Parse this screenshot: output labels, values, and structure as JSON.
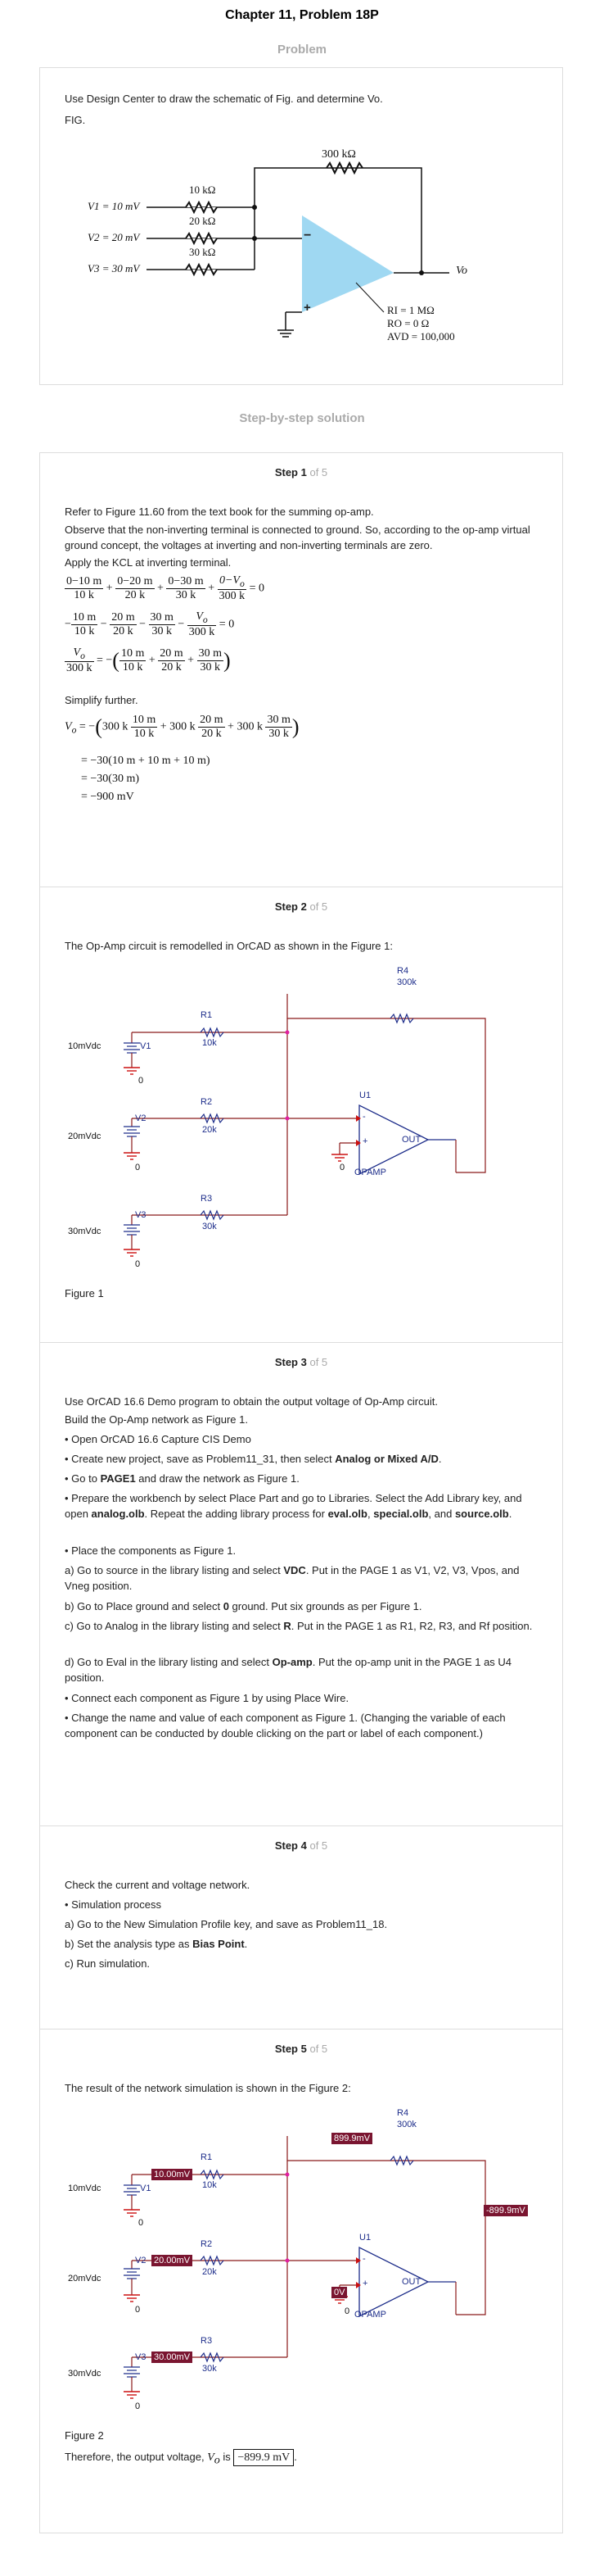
{
  "page": {
    "title": "Chapter 11, Problem 18P"
  },
  "problem": {
    "heading": "Problem",
    "statement": "Use Design Center to draw the schematic of Fig. and determine Vo.",
    "fig_label": "FIG.",
    "figure": {
      "rf": "300 kΩ",
      "r1": "10 kΩ",
      "r2": "20 kΩ",
      "r3": "30 kΩ",
      "v1": "V1 = 10 mV",
      "v2": "V2 = 20 mV",
      "v3": "V3 = 30 mV",
      "vo": "Vo",
      "minus": "−",
      "plus": "+",
      "ri": "RI = 1 MΩ",
      "ro": "RO = 0 Ω",
      "avd": "AVD = 100,000"
    }
  },
  "solution": {
    "heading": "Step-by-step solution",
    "of_text": "of 5",
    "step1": {
      "label": "Step 1",
      "p1": "Refer to Figure 11.60 from the text book for the summing op-amp.",
      "p2": "Observe that the non-inverting terminal is connected to ground. So, according to the op-amp virtual ground concept, the voltages at inverting and non-inverting terminals are zero.",
      "p3": "Apply the KCL at inverting terminal.",
      "simplify": "Simplify further.",
      "eq1": {
        "n1": "0−10 m",
        "d1": "10 k",
        "n2": "0−20 m",
        "d2": "20 k",
        "n3": "0−30 m",
        "d3": "30 k",
        "n4": "0−V",
        "n4sub": "o",
        "d4": "300 k",
        "rhs": "= 0"
      },
      "eq2": {
        "n1": "10 m",
        "d1": "10 k",
        "n2": "20 m",
        "d2": "20 k",
        "n3": "30 m",
        "d3": "30 k",
        "n4": "V",
        "n4sub": "o",
        "d4": "300 k",
        "rhs": "= 0"
      },
      "eq3": {
        "n1": "V",
        "n1sub": "o",
        "d1": "300 k",
        "n2": "10 m",
        "d2": "10 k",
        "n3": "20 m",
        "d3": "20 k",
        "n4": "30 m",
        "d4": "30 k"
      },
      "eq4": {
        "lhs": "V",
        "lhssub": "o",
        "t1": "300 k",
        "n1": "10 m",
        "d1": "10 k",
        "t2": "300 k",
        "n2": "20 m",
        "d2": "20 k",
        "t3": "300 k",
        "n3": "30 m",
        "d3": "30 k"
      },
      "eq5": "= −30(10 m + 10 m + 10 m)",
      "eq6": "= −30(30 m)",
      "eq7": "= −900 mV"
    },
    "step2": {
      "label": "Step 2",
      "p1": "The Op-Amp circuit is remodelled in OrCAD as shown in the Figure 1:",
      "caption": "Figure 1"
    },
    "circuit": {
      "r4": "R4",
      "r4v": "300k",
      "r1": "R1",
      "r1v": "10k",
      "r2": "R2",
      "r2v": "20k",
      "r3": "R3",
      "r3v": "30k",
      "u1": "U1",
      "opamp": "OPAMP",
      "out": "OUT",
      "v1": "V1",
      "v2": "V2",
      "v3": "V3",
      "v1v": "10mVdc",
      "v2v": "20mVdc",
      "v3v": "30mVdc",
      "gnd": "0",
      "plus": "+",
      "minus": "-"
    },
    "step3": {
      "label": "Step 3",
      "p1": "Use OrCAD 16.6 Demo program to obtain the output voltage of Op-Amp circuit.",
      "p2": "Build the Op-Amp network as Figure 1.",
      "b1": "• Open OrCAD 16.6 Capture CIS Demo",
      "b2_pre": "• Create new project, save as Problem11_31, then select ",
      "b2_bold": "Analog or Mixed A/D",
      "b2_post": ".",
      "b3_pre": "• Go to ",
      "b3_bold": "PAGE1",
      "b3_post": " and draw the network as Figure 1.",
      "b4_pre": "• Prepare the workbench by select Place Part and go to Libraries. Select the Add Library key, and open ",
      "b4_bold1": "analog.olb",
      "b4_mid": ". Repeat the adding library process for ",
      "b4_bold2": "eval.olb",
      "b4_sep1": ", ",
      "b4_bold3": "special.olb",
      "b4_sep2": ", and ",
      "b4_bold4": "source.olb",
      "b4_post": ".",
      "b5": "• Place the components as Figure 1.",
      "a_pre": "a) Go to source in the library listing and select ",
      "a_bold": "VDC",
      "a_post": ". Put in the PAGE 1 as V1, V2, V3, Vpos, and Vneg position.",
      "b_pre": "b) Go to Place ground and select ",
      "b_bold": "0",
      "b_post": " ground. Put six grounds as per Figure 1.",
      "c_pre": "c) Go to Analog in the library listing and select ",
      "c_bold": "R",
      "c_post": ". Put in the PAGE 1 as R1, R2, R3, and Rf position.",
      "d_pre": "d) Go to Eval in the library listing and select ",
      "d_bold": "Op-amp",
      "d_post": ". Put the op-amp unit in the PAGE 1 as U4 position.",
      "b6": "• Connect each component as Figure 1 by using Place Wire.",
      "b7": "• Change the name and value of each component as Figure 1. (Changing the variable of each component can be conducted by double clicking on the part or label of each component.)"
    },
    "step4": {
      "label": "Step 4",
      "p1": "Check the current and voltage network.",
      "p2": "• Simulation process",
      "a": "a) Go to the New Simulation Profile key, and save as Problem11_18.",
      "b_pre": "b) Set the analysis type as ",
      "b_bold": "Bias Point",
      "b_post": ".",
      "c": "c) Run simulation."
    },
    "step5": {
      "label": "Step 5",
      "p1": "The result of the network simulation is shown in the Figure 2:",
      "caption": "Figure 2",
      "sim": {
        "top": "899.9mV",
        "out": "-899.9mV",
        "n1": "10.00mV",
        "n2": "20.00mV",
        "n3": "30.00mV",
        "zero": "0V"
      },
      "final_pre": "Therefore, the output voltage,",
      "final_v": "V",
      "final_sub": "o",
      "final_is": "is",
      "final_ans": "−899.9 mV",
      "final_post": "."
    }
  },
  "colors": {
    "opamp_fill": "#9fd8f2",
    "wire_red": "#8b1a1a",
    "comp_blue": "#1d2d8a",
    "ground_red": "#cc1010",
    "sim_bg": "#7a1530",
    "pink_dot": "#e020a0"
  }
}
